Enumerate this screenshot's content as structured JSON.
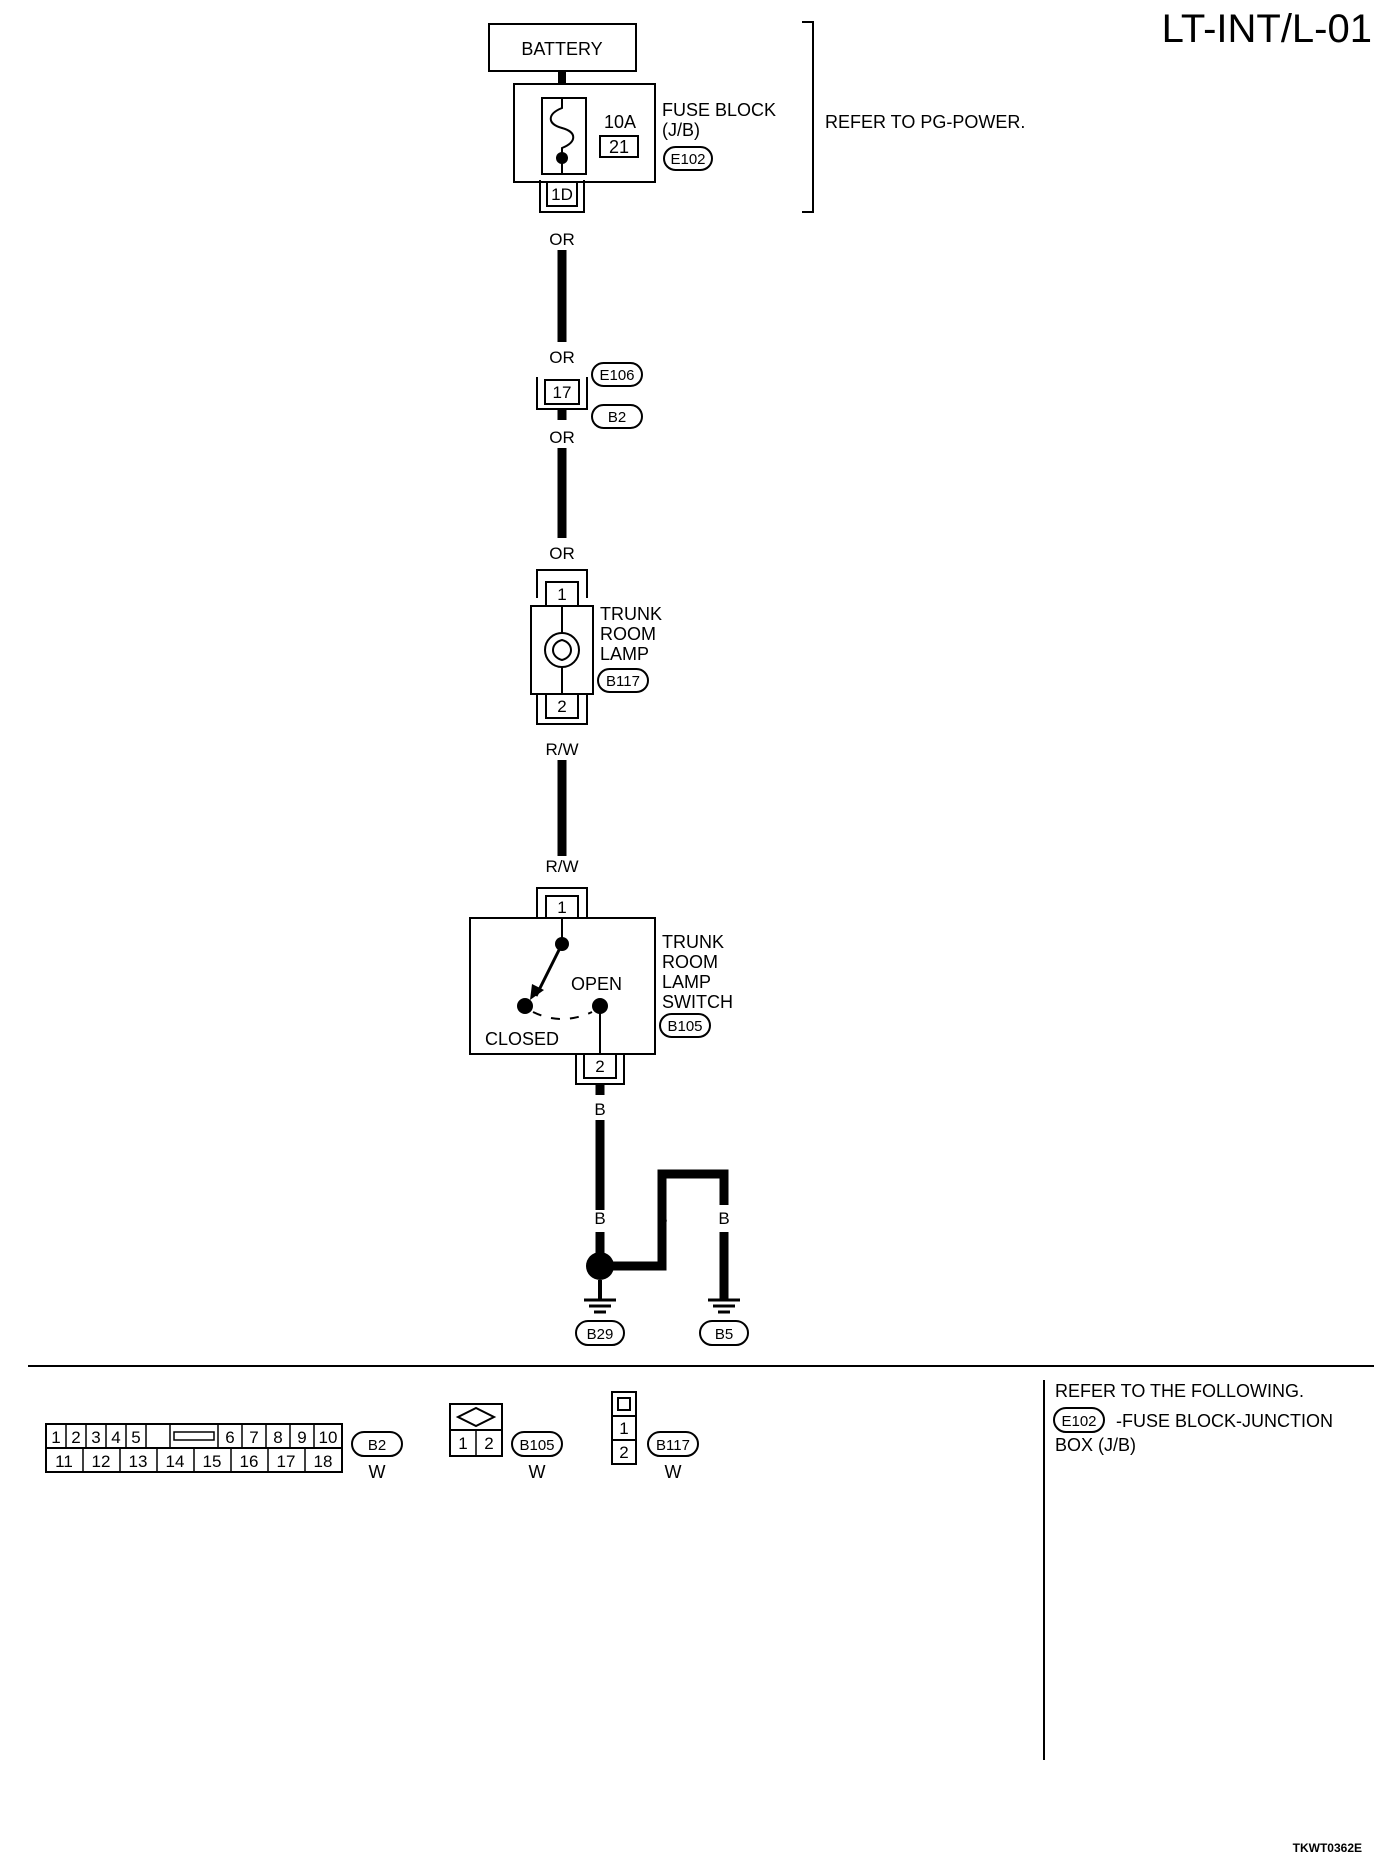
{
  "page": {
    "title": "LT-INT/L-01",
    "figure_code": "TKWT0362E"
  },
  "battery": {
    "label": "BATTERY"
  },
  "fuse_block": {
    "rating": "10A",
    "number": "21",
    "name_line1": "FUSE BLOCK",
    "name_line2": "(J/B)",
    "connector": "E102",
    "pin": "1D",
    "refer_text": "REFER TO PG-POWER."
  },
  "wires": {
    "w1_top": "OR",
    "w1_bottom": "OR",
    "w2_top": "OR",
    "w2_bottom": "OR",
    "w3_top": "R/W",
    "w3_bottom": "R/W",
    "w4_top": "B",
    "w4_bottom": "B",
    "ground_link_left": "B",
    "ground_link_right": "B"
  },
  "joint_connector": {
    "pin": "17",
    "connector_a": "E106",
    "connector_b": "B2"
  },
  "trunk_lamp": {
    "line1": "TRUNK",
    "line2": "ROOM",
    "line3": "LAMP",
    "connector": "B117",
    "pin_top": "1",
    "pin_bottom": "2"
  },
  "trunk_switch": {
    "line1": "TRUNK",
    "line2": "ROOM",
    "line3": "LAMP",
    "line4": "SWITCH",
    "connector": "B105",
    "pin_top": "1",
    "pin_bottom": "2",
    "open_label": "OPEN",
    "closed_label": "CLOSED"
  },
  "grounds": {
    "left": "B29",
    "right": "B5"
  },
  "connector_views": {
    "b2": {
      "name": "B2",
      "color": "W",
      "top_row": [
        "1",
        "2",
        "3",
        "4",
        "5",
        "6",
        "7",
        "8",
        "9",
        "10"
      ],
      "bottom_row": [
        "11",
        "12",
        "13",
        "14",
        "15",
        "16",
        "17",
        "18"
      ]
    },
    "b105": {
      "name": "B105",
      "color": "W",
      "pins": [
        "1",
        "2"
      ]
    },
    "b117": {
      "name": "B117",
      "color": "W",
      "pins": [
        "1",
        "2"
      ]
    }
  },
  "reference": {
    "heading": "REFER TO THE FOLLOWING.",
    "connector": "E102",
    "line1": "-FUSE BLOCK-JUNCTION",
    "line2": "BOX (J/B)"
  }
}
